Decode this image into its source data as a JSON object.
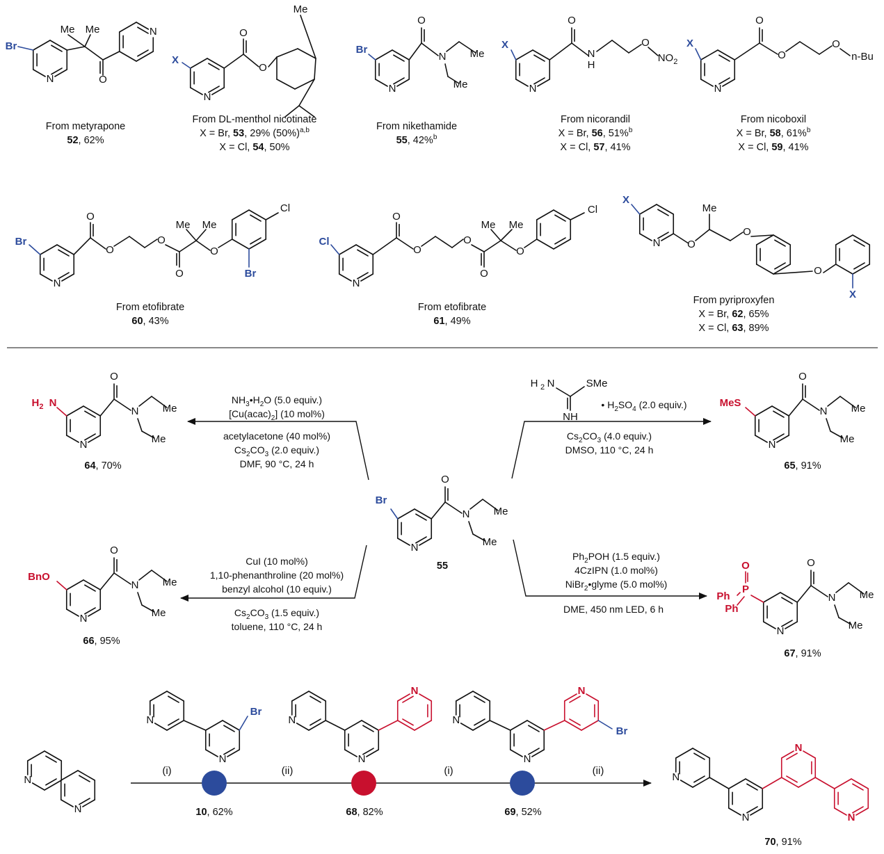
{
  "colors": {
    "ink": "#111111",
    "blue": "#2c4b9c",
    "red": "#c8102e"
  },
  "atoms": {
    "Br": "Br",
    "Cl": "Cl",
    "X": "X",
    "N": "N",
    "O": "O",
    "Me": "Me",
    "Et_O": "O",
    "H": "H",
    "NO2": "NO",
    "NO2_sub": "2",
    "nBu": "n-Bu",
    "H2N": "H",
    "H2N_sub": "2",
    "SMe": "SMe",
    "MeS": "MeS",
    "BnO": "BnO",
    "P": "P",
    "Ph": "Ph",
    "NH": "NH"
  },
  "top": {
    "c52": {
      "from": "From metyrapone",
      "num": "52",
      "yield": ", 62%"
    },
    "c53": {
      "from": "From DL-menthol nicotinate",
      "l2a": "X = Br, ",
      "num53": "53",
      "l2b": ", 29% (50%)",
      "l2sup": "a,b",
      "l3a": "X = Cl, ",
      "num54": "54",
      "l3b": ", 50%"
    },
    "c55": {
      "from": "From nikethamide",
      "num": "55",
      "yield": ", 42%",
      "sup": "b"
    },
    "c56": {
      "from": "From nicorandil",
      "l2a": "X = Br, ",
      "num56": "56",
      "l2b": ", 51%",
      "l2sup": "b",
      "l3a": "X = Cl, ",
      "num57": "57",
      "l3b": ", 41%"
    },
    "c58": {
      "from": "From nicoboxil",
      "l2a": "X = Br, ",
      "num58": "58",
      "l2b": ", 61%",
      "l2sup": "b",
      "l3a": "X = Cl, ",
      "num59": "59",
      "l3b": ", 41%"
    },
    "c60": {
      "from": "From etofibrate",
      "num": "60",
      "yield": ", 43%"
    },
    "c61": {
      "from": "From etofibrate",
      "num": "61",
      "yield": ", 49%"
    },
    "c62": {
      "from": "From pyriproxyfen",
      "l2a": "X = Br, ",
      "num62": "62",
      "l2b": ", 65%",
      "l3a": "X = Cl, ",
      "num63": "63",
      "l3b": ", 89%"
    }
  },
  "middle": {
    "center": {
      "num": "55"
    },
    "r64": {
      "line1a": "NH",
      "line1sub": "3",
      "line1b": "•H",
      "line1sub2": "2",
      "line1c": "O (5.0 equiv.)",
      "line2": "[Cu(acac)",
      "line2sub": "2",
      "line2b": "] (10 mol%)",
      "line3": "acetylacetone (40 mol%)",
      "line4a": "Cs",
      "line4sub": "2",
      "line4b": "CO",
      "line4sub2": "3",
      "line4c": " (2.0 equiv.)",
      "line5": "DMF, 90 °C, 24 h",
      "num": "64",
      "yield": ", 70%"
    },
    "r65": {
      "salt": "• H",
      "salt_sub": "2",
      "salt_b": "SO",
      "salt_sub2": "4",
      "salt_c": " (2.0 equiv.)",
      "line1a": "Cs",
      "line1sub": "2",
      "line1b": "CO",
      "line1sub2": "3",
      "line1c": " (4.0 equiv.)",
      "line2": "DMSO, 110 °C, 24 h",
      "num": "65",
      "yield": ", 91%"
    },
    "r66": {
      "line1": "CuI (10 mol%)",
      "line2": "1,10-phenanthroline (20 mol%)",
      "line3": "benzyl alcohol (10 equiv.)",
      "line4a": "Cs",
      "line4sub": "2",
      "line4b": "CO",
      "line4sub2": "3",
      "line4c": " (1.5 equiv.)",
      "line5": "toluene, 110 °C, 24 h",
      "num": "66",
      "yield": ", 95%"
    },
    "r67": {
      "line1a": "Ph",
      "line1sub": "2",
      "line1b": "POH (1.5 equiv.)",
      "line2": "4CzIPN (1.0 mol%)",
      "line3a": "NiBr",
      "line3sub": "2",
      "line3b": "•glyme (5.0 mol%)",
      "line4": "DME, 450 nm LED, 6 h",
      "num": "67",
      "yield": ", 91%"
    }
  },
  "bottom": {
    "step_i": "(i)",
    "step_ii": "(ii)",
    "n10": "10",
    "y10": ", 62%",
    "n68": "68",
    "y68": ", 82%",
    "n69": "69",
    "y69": ", 52%",
    "n70": "70",
    "y70": ", 91%"
  }
}
